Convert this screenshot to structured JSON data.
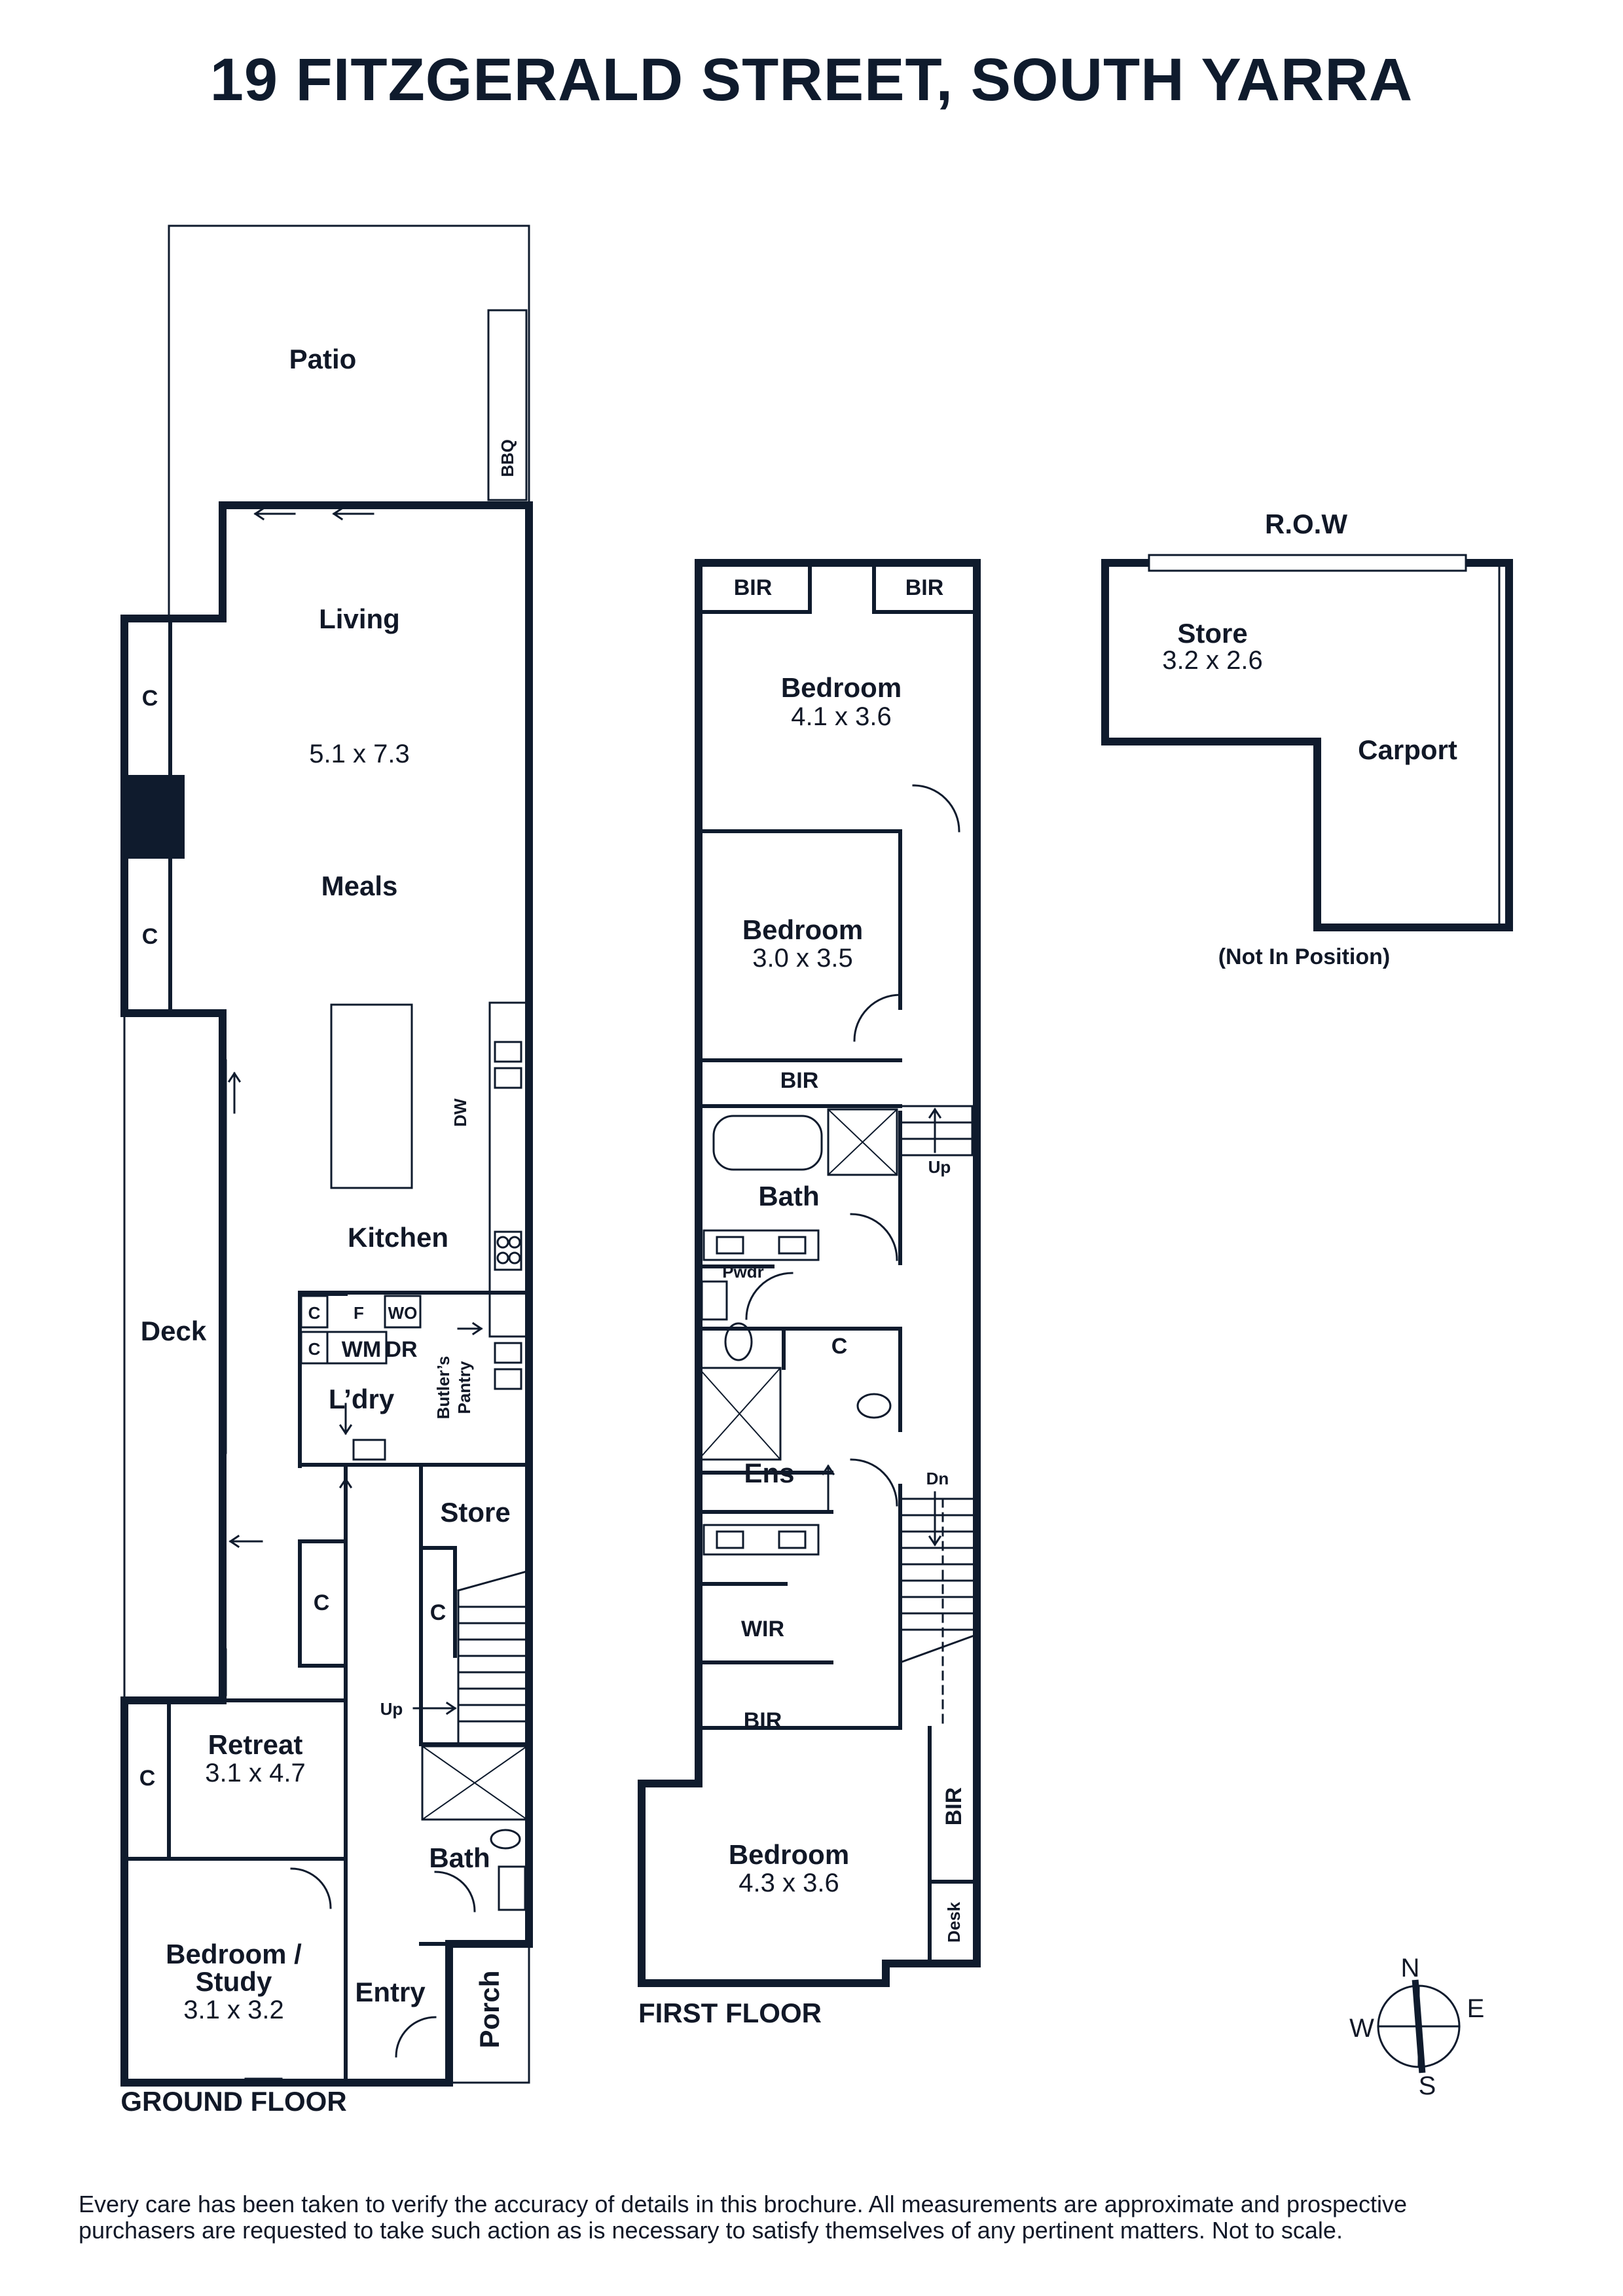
{
  "title": "19 FITZGERALD STREET, SOUTH YARRA",
  "ground_floor": {
    "label": "GROUND FLOOR",
    "rooms": {
      "patio": "Patio",
      "bbq": "BBQ",
      "living": "Living",
      "living_dim": "5.1 x 7.3",
      "meals": "Meals",
      "kitchen": "Kitchen",
      "dw": "DW",
      "deck": "Deck",
      "laundry": "L’dry",
      "butlers_pantry_1": "Butler’s",
      "butlers_pantry_2": "Pantry",
      "fridge": "F",
      "wo": "WO",
      "wm": "WM",
      "dr": "DR",
      "store": "Store",
      "retreat": "Retreat",
      "retreat_dim": "3.1 x 4.7",
      "bath": "Bath",
      "bedroom_study_1": "Bedroom /",
      "bedroom_study_2": "Study",
      "bedroom_study_dim": "3.1 x 3.2",
      "entry": "Entry",
      "porch": "Porch",
      "cupboard": "C",
      "up": "Up"
    }
  },
  "first_floor": {
    "label": "FIRST FLOOR",
    "rooms": {
      "bir": "BIR",
      "bedroom": "Bedroom",
      "bedroom1_dim": "4.1 x 3.6",
      "bedroom2_dim": "3.0 x 3.5",
      "bedroom3_dim": "4.3 x 3.6",
      "bath": "Bath",
      "pwdr": "Pwdr",
      "ens": "Ens",
      "wir": "WIR",
      "desk": "Desk",
      "cupboard": "C",
      "up": "Up",
      "dn": "Dn"
    }
  },
  "outbuilding": {
    "row": "R.O.W",
    "store": "Store",
    "store_dim": "3.2 x 2.6",
    "carport": "Carport",
    "note": "(Not In Position)"
  },
  "compass": {
    "n": "N",
    "e": "E",
    "s": "S",
    "w": "W"
  },
  "disclaimer": {
    "line1": "Every care has been taken to verify the accuracy of details in this brochure. All measurements are approximate and prospective",
    "line2": "purchasers are requested to take such action as is necessary to satisfy themselves of any pertinent matters. Not to scale."
  },
  "colors": {
    "wall": "#0f1b2d",
    "line": "#1f2937",
    "ink": "#111827"
  }
}
